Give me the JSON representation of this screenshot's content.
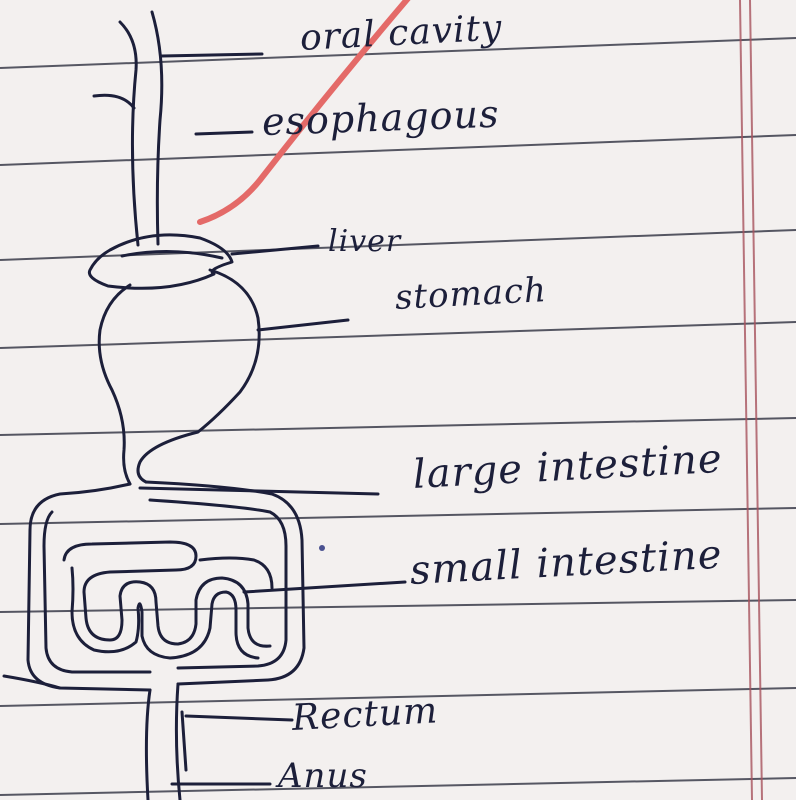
{
  "colors": {
    "paper": "#f3f0ef",
    "rule_line": "#3a3c4a",
    "ink": "#1c1f3a",
    "margin_line": "#a8535d",
    "pen_red": "#e46a68"
  },
  "labels": {
    "oral_cavity": "oral cavity",
    "esophagous": "esophagous",
    "liver": "liver",
    "stomach": "stomach",
    "large_intestine": "large intestine",
    "small_intestine": "small intestine",
    "rectum": "Rectum",
    "anus": "Anus"
  }
}
